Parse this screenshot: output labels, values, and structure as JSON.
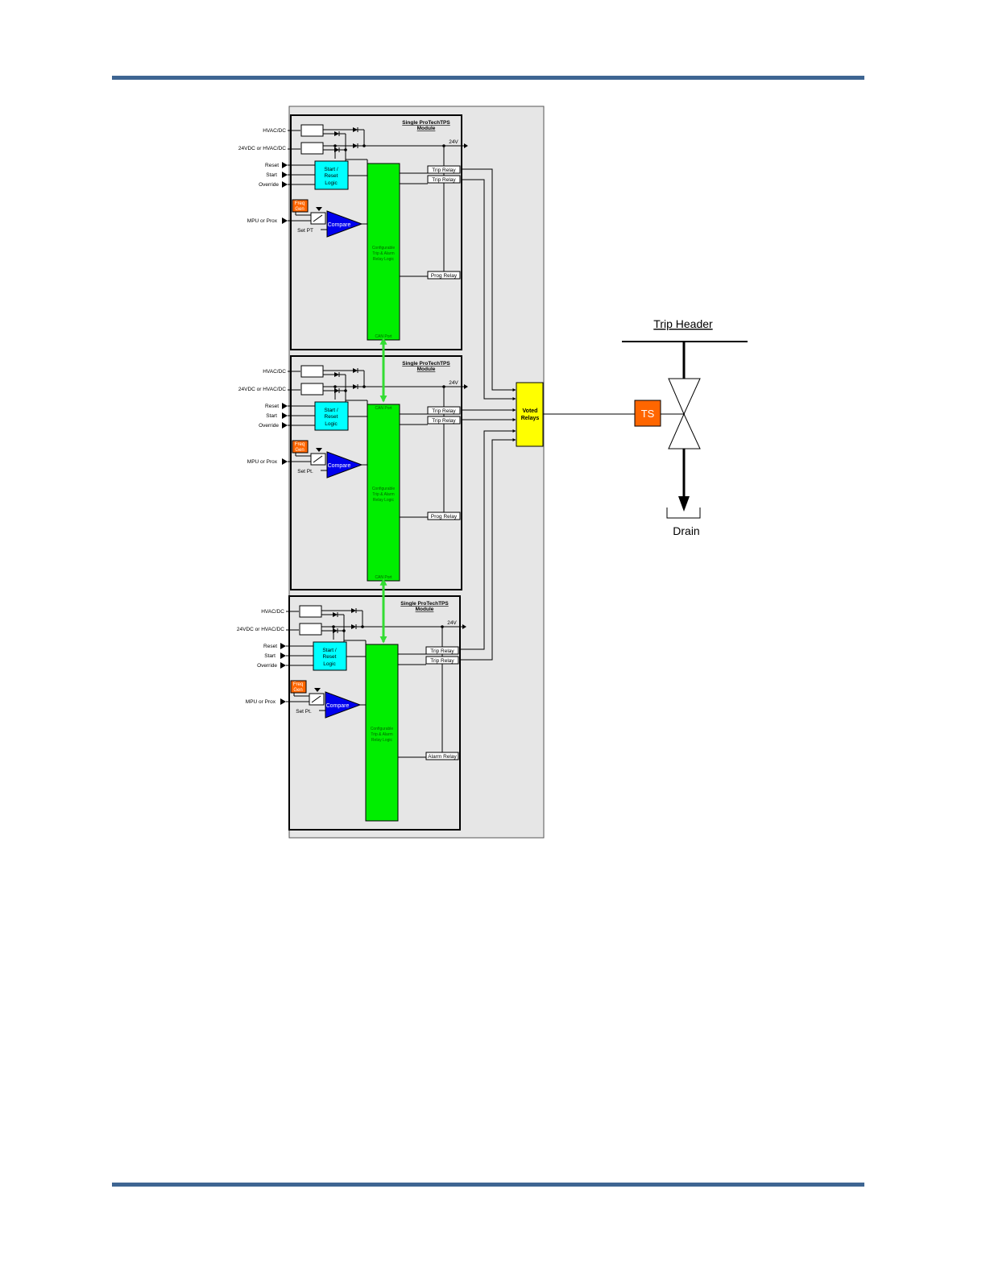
{
  "colors": {
    "rule": "#3e6592",
    "panel_bg": "#e6e6e6",
    "cyan": "#00ffff",
    "green": "#00ee00",
    "blue": "#0000ee",
    "orange": "#ff6600",
    "yellow": "#ffff00",
    "can_link": "#33dd33"
  },
  "modules": [
    {
      "title_line1": "Single ProTechTPS",
      "title_line2": "Module",
      "input1": "HVAC/DC",
      "input2": "24VDC or HVAC/DC",
      "reset": "Reset",
      "start": "Start",
      "override": "Override",
      "mpu": "MPU or Prox",
      "setpt": "Set PT",
      "v24": "24V",
      "srl_line1": "Start /",
      "srl_line2": "Reset",
      "srl_line3": "Logic",
      "freq_line1": "Freq",
      "freq_line2": "Gen",
      "compare": "Compare",
      "logic_line1": "Configurable",
      "logic_line2": "Trip & Alarm",
      "logic_line3": "Relay Logic",
      "can_top": "",
      "can_bottom": "CAN Port",
      "relay1": "Trip Relay",
      "relay2": "Trip Relay",
      "relay3": "Prog Relay"
    },
    {
      "title_line1": "Single ProTechTPS",
      "title_line2": "Module",
      "input1": "HVAC/DC",
      "input2": "24VDC or HVAC/DC",
      "reset": "Reset",
      "start": "Start",
      "override": "Override",
      "mpu": "MPU or Prox",
      "setpt": "Set Pt.",
      "v24": "24V",
      "srl_line1": "Start /",
      "srl_line2": "Reset",
      "srl_line3": "Logic",
      "freq_line1": "Freq",
      "freq_line2": "Gen",
      "compare": "Compare",
      "logic_line1": "Configurable",
      "logic_line2": "Trip & Alarm",
      "logic_line3": "Relay Logic",
      "can_top": "CAN Port",
      "can_bottom": "CAN Port",
      "relay1": "Trip Relay",
      "relay2": "Trip Relay",
      "relay3": "Prog Relay"
    },
    {
      "title_line1": "Single ProTechTPS",
      "title_line2": "Module",
      "input1": "HVAC/DC",
      "input2": "24VDC or HVAC/DC",
      "reset": "Reset",
      "start": "Start",
      "override": "Override",
      "mpu": "MPU or Prox",
      "setpt": "Set Pt.",
      "v24": "24V",
      "srl_line1": "Start /",
      "srl_line2": "Reset",
      "srl_line3": "Logic",
      "freq_line1": "Freq",
      "freq_line2": "Gen",
      "compare": "Compare",
      "logic_line1": "Configurable",
      "logic_line2": "Trip & Alarm",
      "logic_line3": "Relay Logic",
      "can_top": "",
      "can_bottom": "",
      "relay1": "Trip Relay",
      "relay2": "Trip Relay",
      "relay3": "Alarm Relay"
    }
  ],
  "voted_line1": "Voted",
  "voted_line2": "Relays",
  "trip_header": "Trip Header",
  "ts": "TS",
  "drain": "Drain"
}
